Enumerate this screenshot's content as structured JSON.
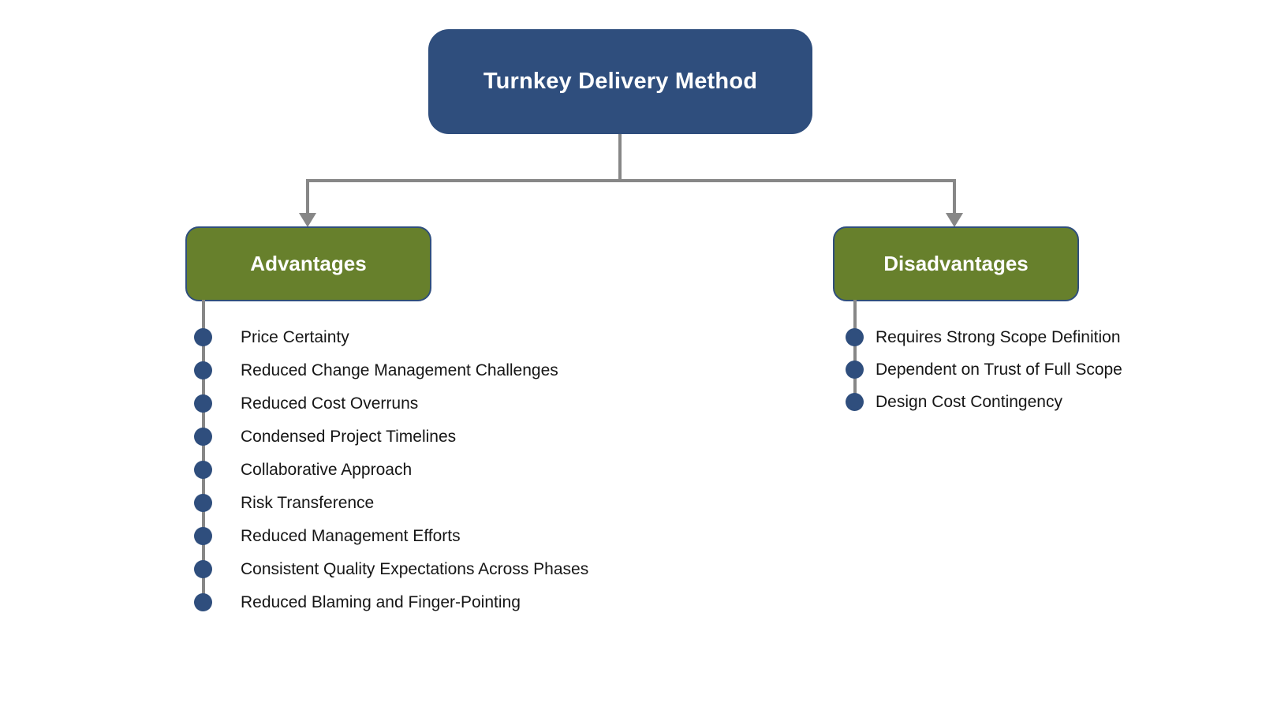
{
  "root_box": {
    "label": "Turnkey Delivery Method"
  },
  "branches": [
    {
      "label": "Advantages",
      "items": [
        "Price Certainty",
        "Reduced Change Management Challenges",
        "Reduced Cost Overruns",
        "Condensed Project Timelines",
        "Collaborative Approach",
        "Risk Transference",
        "Reduced Management Efforts",
        "Consistent Quality Expectations Across Phases",
        "Reduced Blaming and Finger-Pointing"
      ]
    },
    {
      "label": "Disadvantages",
      "items": [
        "Requires Strong Scope Definition",
        "Dependent on Trust of Full Scope",
        "Design Cost Contingency"
      ]
    }
  ],
  "colors": {
    "navy": "#2F4E7D",
    "olive": "#67802C",
    "connector": "#878787",
    "box_text": "#FFFFFF",
    "list_text": "#161616",
    "background": "#FFFFFF"
  }
}
